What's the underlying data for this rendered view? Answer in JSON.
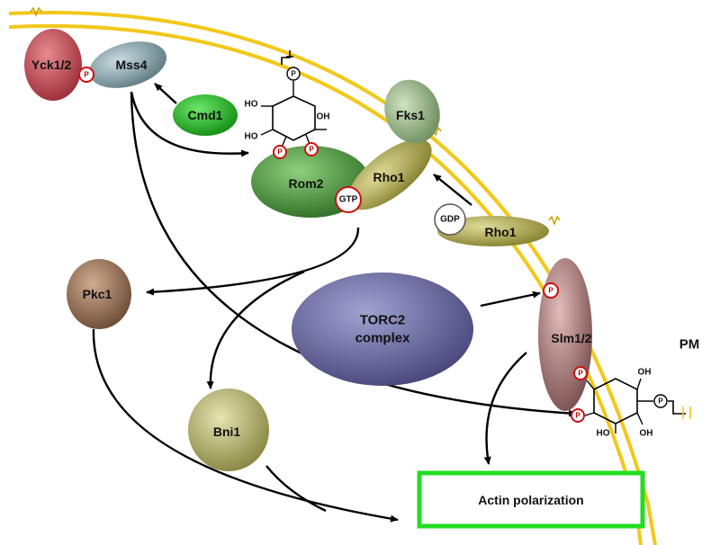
{
  "labels": {
    "yck": "Yck1/2",
    "mss4": "Mss4",
    "cmd1": "Cmd1",
    "fks1": "Fks1",
    "rom2": "Rom2",
    "rho1_active": "Rho1",
    "gtp": "GTP",
    "gdp": "GDP",
    "rho1_inactive": "Rho1",
    "pkc1": "Pkc1",
    "torc2_line1": "TORC2",
    "torc2_line2": "complex",
    "slm": "Slm1/2",
    "bni1": "Bni1",
    "actin": "Actin polarization",
    "pm": "PM",
    "phospho": "P",
    "oh": "HO",
    "oh_r": "OH"
  },
  "colors": {
    "membrane": "#f2c81a",
    "yck": "#c8505a",
    "mss4": "#8aa5ad",
    "cmd1": "#2fb830",
    "fks1": "#9dbb8c",
    "rom2": "#4e9a40",
    "rho1": "#b1ad58",
    "pkc1": "#95725a",
    "torc2": "#6a6aa0",
    "slm": "#ac7c7c",
    "bni1": "#b6b46e",
    "actin_border": "#22dd22"
  }
}
